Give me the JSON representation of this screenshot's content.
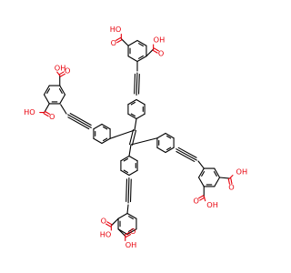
{
  "molecule": {
    "label_color": "#e8000b",
    "bond_color": "#000000",
    "atom_text": {
      "oxygen": "O",
      "hydroxyl": "OH",
      "hydroxyl_left": "HO"
    }
  }
}
